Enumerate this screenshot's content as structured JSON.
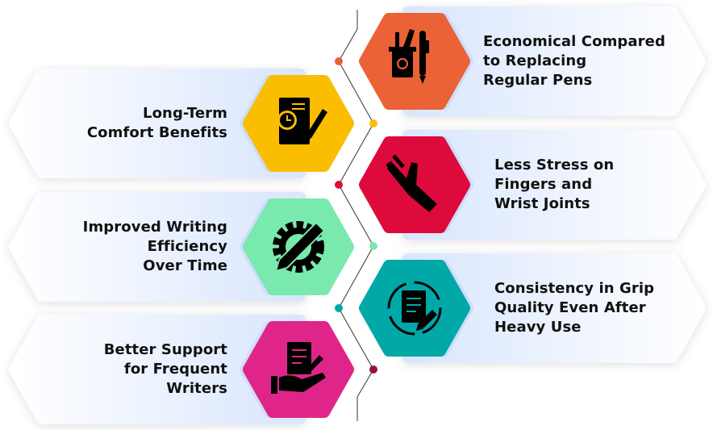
{
  "items": [
    {
      "side": "right",
      "lines": [
        "Economical Compared",
        "to Replacing",
        "Regular Pens"
      ],
      "color": "#ea6235",
      "icon": "pen-holder-icon",
      "dot": "#ea6235"
    },
    {
      "side": "left",
      "lines": [
        "Long-Term",
        "Comfort Benefits"
      ],
      "color": "#fbbd00",
      "icon": "document-clock-pen-icon",
      "dot": "#fbbd00"
    },
    {
      "side": "right",
      "lines": [
        "Less Stress on",
        "Fingers and",
        "Wrist Joints"
      ],
      "color": "#de0a3c",
      "icon": "hand-wrist-icon",
      "dot": "#de0a3c"
    },
    {
      "side": "left",
      "lines": [
        "Improved Writing",
        "Efficiency",
        "Over Time"
      ],
      "color": "#79e9ad",
      "icon": "gear-pencil-icon",
      "dot": "#79e9ad"
    },
    {
      "side": "right",
      "lines": [
        "Consistency in Grip",
        "Quality Even After",
        "Heavy Use"
      ],
      "color": "#00a8a8",
      "icon": "document-cycle-icon",
      "dot": "#00a8a8"
    },
    {
      "side": "left",
      "lines": [
        "Better Support",
        "for Frequent",
        "Writers"
      ],
      "color": "#e0258a",
      "icon": "hand-document-icon",
      "dot": "#9a1044"
    }
  ],
  "colors": {
    "card_gradient_start": "#d9e6fd",
    "card_gradient_end": "#ffffff",
    "line": "#333333"
  }
}
